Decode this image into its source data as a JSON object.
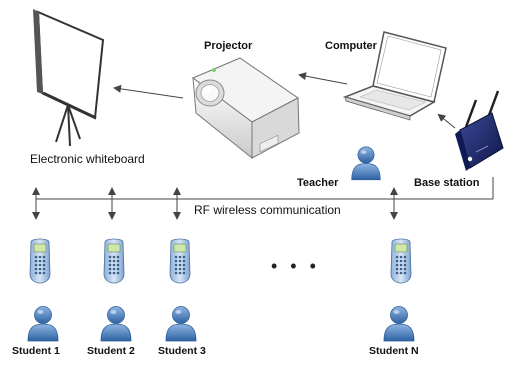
{
  "diagram": {
    "labels": {
      "whiteboard": "Electronic whiteboard",
      "projector": "Projector",
      "computer": "Computer",
      "teacher": "Teacher",
      "base_station": "Base station",
      "rf": "RF wireless communication",
      "ellipsis": "• • •"
    },
    "students": [
      {
        "label": "Student 1"
      },
      {
        "label": "Student 2"
      },
      {
        "label": "Student 3"
      },
      {
        "label": "Student N"
      }
    ],
    "icons": {
      "whiteboard": "whiteboard-icon",
      "projector": "projector-icon",
      "computer": "laptop-icon",
      "teacher": "person-icon",
      "base_station": "base-station-icon",
      "clicker": "remote-clicker-icon",
      "student": "person-icon"
    },
    "colors": {
      "person_blue": "#4f86c6",
      "person_dark": "#2e5f98",
      "clicker_body": "#a9c6e6",
      "clicker_screen": "#cfe8a8",
      "base_station": "#1d2a6b",
      "line": "#444444"
    }
  }
}
